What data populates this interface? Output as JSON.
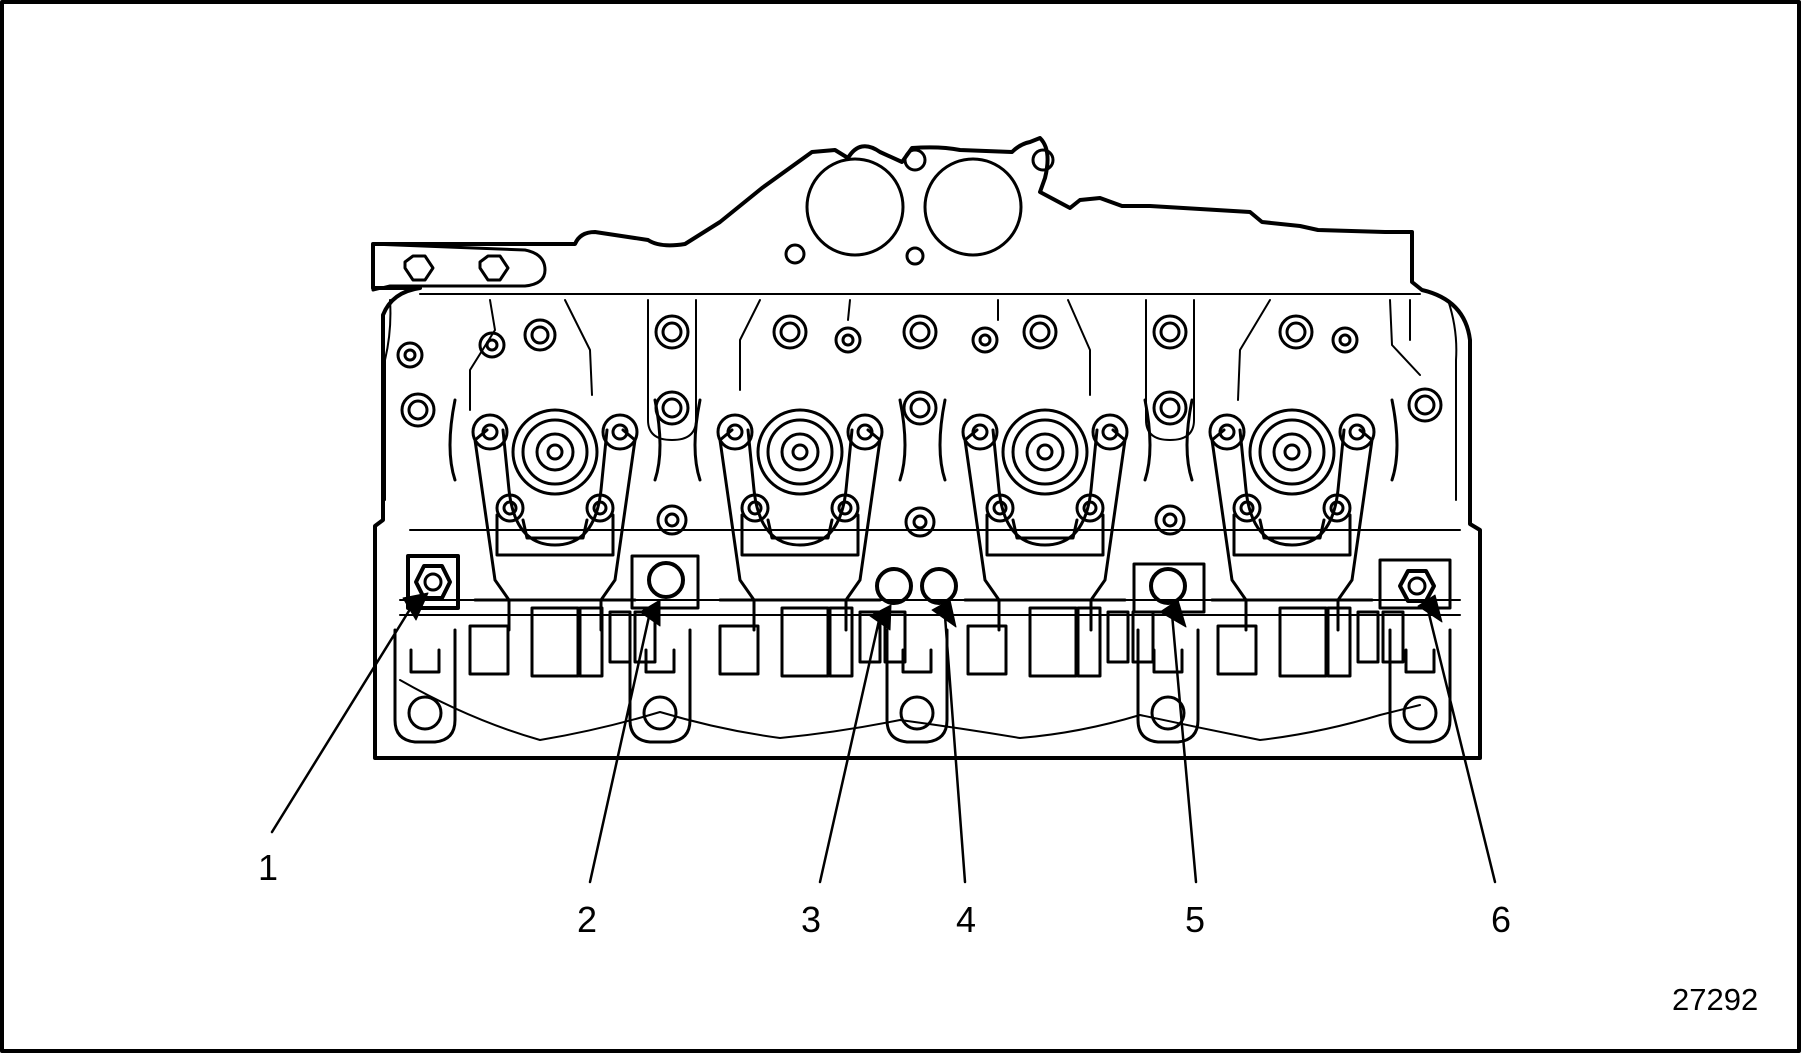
{
  "figure": {
    "callouts": [
      "1",
      "2",
      "3",
      "4",
      "5",
      "6"
    ],
    "reference_number": "27292"
  },
  "colors": {
    "line": "#000000",
    "background": "#ffffff"
  }
}
